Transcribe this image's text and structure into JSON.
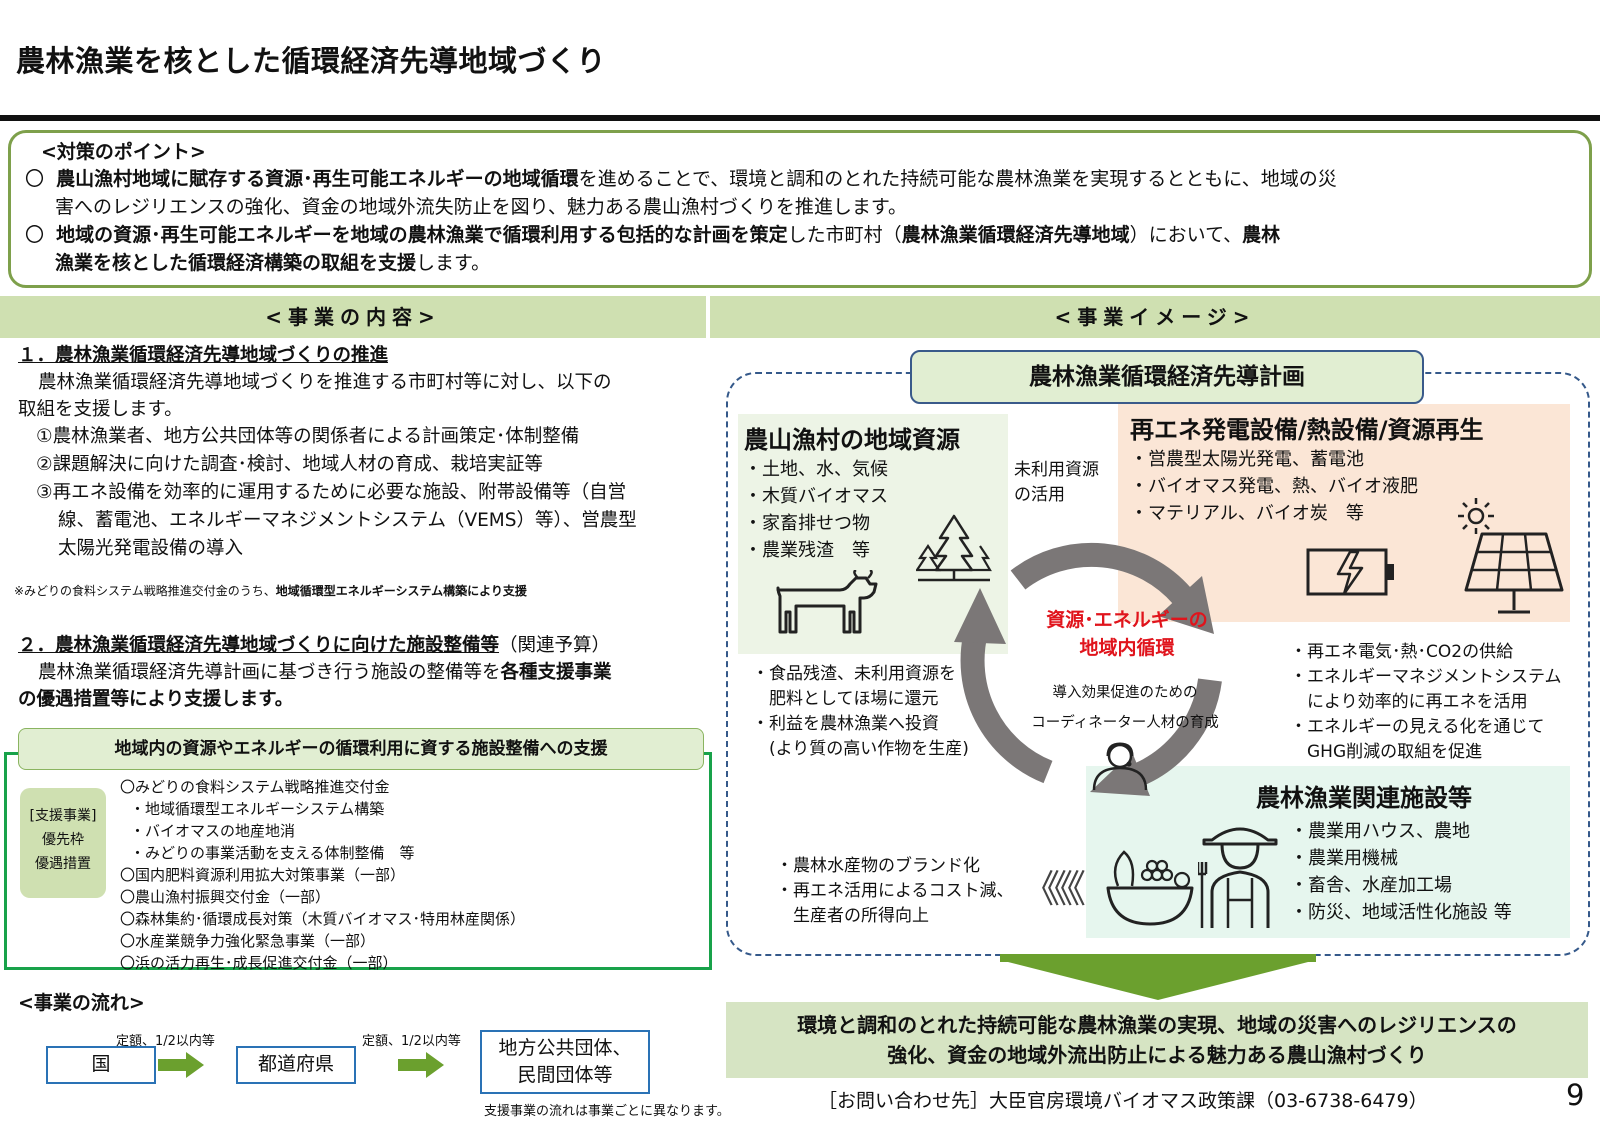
{
  "title": "農林漁業を核とした循環経済先導地域づくり",
  "points": {
    "heading": "<対策のポイント>",
    "p1_mark": "〇",
    "p1_bold": "農山漁村地域に賦存する資源･再生可能エネルギーの地域循環",
    "p1_rest": "を進めることで、環境と調和のとれた持続可能な農林漁業を実現するとともに、地域の災",
    "p1_line2": "害へのレジリエンスの強化、資金の地域外流失防止を図り、魅力ある農山漁村づくりを推進します。",
    "p2_mark": "〇",
    "p2_bold1": "地域の資源･再生可能エネルギーを地域の農林漁業で循環利用する包括的な計画を策定",
    "p2_rest1": "した市町村（",
    "p2_bold2": "農林漁業循環経済先導地域",
    "p2_rest2": "）において、",
    "p2_bold3": "農林",
    "p2_line2_bold": "漁業を核とした循環経済構築の取組を支援",
    "p2_line2_rest": "します。"
  },
  "bands": {
    "left": "<事業の内容>",
    "right": "<事業イメージ>"
  },
  "content": {
    "s1_title": "１．農林漁業循環経済先導地域づくりの推進",
    "s1_body1": "農林漁業循環経済先導地域づくりを推進する市町村等に対し、以下の",
    "s1_body2": "取組を支援します。",
    "s1_item1": "①農林漁業者、地方公共団体等の関係者による計画策定･体制整備",
    "s1_item2": "②課題解決に向けた調査･検討、地域人材の育成、栽培実証等",
    "s1_item3a": "③再エネ設備を効率的に運用するために必要な施設、附帯設備等（自営",
    "s1_item3b": "線、蓄電池、エネルギーマネジメントシステム（VEMS）等）、営農型",
    "s1_item3c": "太陽光発電設備の導入",
    "s1_note_a": "※みどりの食料システム戦略推進交付金のうち、",
    "s1_note_b": "地域循環型エネルギーシステム構築により支援",
    "s2_title": "２．農林漁業循環経済先導地域づくりに向けた施設整備等",
    "s2_title_rest": "（関連予算）",
    "s2_body1a": "農林漁業循環経済先導計画に基づき行う施設の整備等を",
    "s2_body1b": "各種支援事業",
    "s2_body2": "の優遇措置等により支援します。"
  },
  "support": {
    "head": "地域内の資源やエネルギーの循環利用に資する施設整備への支援",
    "tag1": "[支援事業]",
    "tag2": "優先枠",
    "tag3": "優遇措置",
    "items": [
      "〇みどりの食料システム戦略推進交付金",
      "・地域循環型エネルギーシステム構築",
      "・バイオマスの地産地消",
      "・みどりの事業活動を支える体制整備　等",
      "〇国内肥料資源利用拡大対策事業（一部）",
      "〇農山漁村振興交付金（一部）",
      "〇森林集約･循環成長対策（木質バイオマス･特用林産関係）",
      "〇水産業競争力強化緊急事業（一部）",
      "〇浜の活力再生･成長促進交付金（一部）"
    ]
  },
  "flow": {
    "heading": "<事業の流れ>",
    "box1": "国",
    "arrow1": "定額、1/2以内等",
    "box2": "都道府県",
    "arrow2": "定額、1/2以内等",
    "box3a": "地方公共団体、",
    "box3b": "民間団体等",
    "note": "支援事業の流れは事業ごとに異なります。"
  },
  "image": {
    "plan_head": "農林漁業循環経済先導計画",
    "res_title": "農山漁村の地域資源",
    "res_items": [
      "・土地、水、気候",
      "・木質バイオマス",
      "・家畜排せつ物",
      "・農業残渣　等"
    ],
    "unused1": "未利用資源",
    "unused2": "の活用",
    "re_title": "再エネ発電設備/熱設備/資源再生",
    "re_items": [
      "・営農型太陽光発電、蓄電池",
      "・バイオマス発電、熱、バイオ液肥",
      "・マテリアル、バイオ炭　等"
    ],
    "cycle1": "資源･エネルギーの",
    "cycle2": "地域内循環",
    "coord1": "導入効果促進のための",
    "coord2": "コーディネーター人材の育成",
    "left_items": [
      "・食品残渣、未利用資源を",
      "　肥料としてほ場に還元",
      "・利益を農林漁業へ投資",
      "　(より質の高い作物を生産)"
    ],
    "right_items": [
      "・再エネ電気･熱･CO2の供給",
      "・エネルギーマネジメントシステム",
      "　により効率的に再エネを活用",
      "・エネルギーの見える化を通じて",
      "　GHG削減の取組を促進"
    ],
    "fac_title": "農林漁業関連施設等",
    "fac_items": [
      "・農業用ハウス、農地",
      "・農業用機械",
      "・畜舎、水産加工場",
      "・防災、地域活性化施設 等"
    ],
    "brand_items": [
      "・農林水産物のブランド化",
      "・再エネ活用によるコスト減、",
      "　生産者の所得向上"
    ],
    "chevrons": "《《《"
  },
  "result": {
    "line1": "環境と調和のとれた持続可能な農林漁業の実現、地域の災害へのレジリエンスの",
    "line2": "強化、資金の地域外流出防止による魅力ある農山漁村づくり"
  },
  "contact": "［お問い合わせ先］大臣官房環境バイオマス政策課（03-6738-6479）",
  "page_number": "9",
  "colors": {
    "frame_green": "#7ea04b",
    "band_green": "#cfe0b1",
    "arrow_green": "#6ba02e",
    "accent_red": "#e0141c",
    "flow_blue": "#2a72b5"
  }
}
